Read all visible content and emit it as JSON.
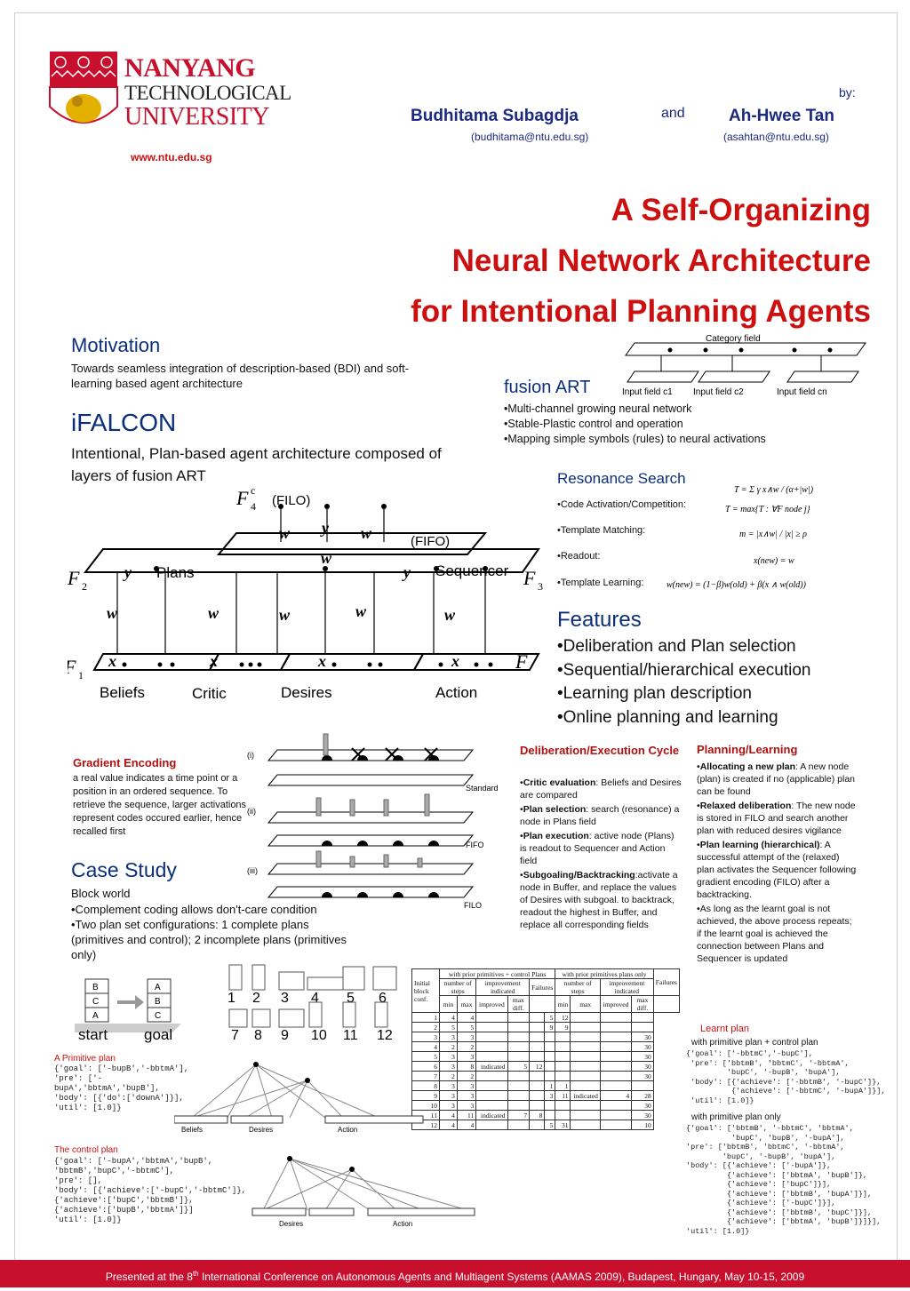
{
  "header": {
    "univ_line1": "NANYANG",
    "univ_line2": "TECHNOLOGICAL",
    "univ_line3": "UNIVERSITY",
    "website": "www.ntu.edu.sg",
    "by_label": "by:",
    "and_label": "and",
    "author1_name": "Budhitama Subagdja",
    "author1_email": "(budhitama@ntu.edu.sg)",
    "author2_name": "Ah-Hwee Tan",
    "author2_email": "(asahtan@ntu.edu.sg)"
  },
  "title": {
    "line1": "A Self-Organizing",
    "line2": "Neural Network Architecture",
    "line3": "for Intentional Planning Agents"
  },
  "motivation": {
    "heading": "Motivation",
    "text": "Towards seamless integration of description-based (BDI) and soft-learning based agent architecture"
  },
  "ifalcon": {
    "heading": "iFALCON",
    "text": "Intentional, Plan-based agent architecture composed of layers of fusion ART",
    "diagram": {
      "f4": "F",
      "f4_sub": "4",
      "f4_sup": "c",
      "filo": "(FILO)",
      "fifo": "(FIFO)",
      "plans": "Plans",
      "sequencer": "Sequencer",
      "beliefs": "Beliefs",
      "critic": "Critic",
      "desires": "Desires",
      "action": "Action",
      "f2": "F",
      "f2_sub": "2",
      "f3": "F",
      "f3_sub": "3",
      "f1": "F",
      "f1_sub": "1",
      "w2": "w",
      "w3": "w",
      "wj": "w",
      "y4": "y",
      "y2": "y",
      "y3": "y",
      "w2j_c1": "w",
      "w2j_c3": "w",
      "w2j_c2": "w",
      "w3t_c1": "w",
      "w3t_c4": "w",
      "x1_c1": "x",
      "x1_c3": "x",
      "x1_c2": "x",
      "x1_c4": "x"
    }
  },
  "fusion_art": {
    "heading": "fusion ART",
    "bullets": [
      "•Multi-channel growing neural network",
      "•Stable-Plastic control and operation",
      "•Mapping simple symbols (rules) to neural activations"
    ],
    "diagram": {
      "category_field": "Category field",
      "input1": "Input field c1",
      "input2": "Input field c2",
      "input3": "Input field cn"
    }
  },
  "resonance": {
    "heading": "Resonance Search",
    "items": [
      "•Code Activation/Competition:",
      "•Template Matching:",
      "•Readout:",
      "•Template Learning:"
    ]
  },
  "features": {
    "heading": "Features",
    "bullets": [
      "•Deliberation and Plan selection",
      "•Sequential/hierarchical execution",
      "•Learning plan description",
      "•Online planning and learning"
    ]
  },
  "gradient": {
    "heading": "Gradient Encoding",
    "text": "a real value indicates a time point or a position in an ordered sequence. To retrieve the sequence, larger activations represent codes occured earlier, hence recalled first",
    "labels": [
      "(i)",
      "(ii)",
      "(iii)"
    ],
    "modes": [
      "Standard",
      "FIFO",
      "FILO"
    ]
  },
  "case_study": {
    "heading": "Case Study",
    "subheading": "Block world",
    "bullets": [
      "•Complement coding allows don't-care condition",
      "•Two plan set configurations: 1 complete plans (primitives and control); 2 incomplete plans (primitives only)"
    ],
    "start_label": "start",
    "goal_label": "goal",
    "config_numbers": [
      "1",
      "2",
      "3",
      "4",
      "5",
      "6",
      "7",
      "8",
      "9",
      "10",
      "11",
      "12"
    ]
  },
  "deliberation": {
    "heading": "Deliberation/Execution Cycle",
    "items": [
      {
        "bold": "Critic evaluation",
        "rest": ": Beliefs and Desires are compared"
      },
      {
        "bold": "Plan selection",
        "rest": ": search (resonance) a node in Plans field"
      },
      {
        "bold": "Plan execution",
        "rest": ": active node (Plans) is readout to Sequencer and Action field"
      },
      {
        "bold": "Subgoaling/Backtracking",
        "rest": ":activate a node in Buffer, and replace the values of Desires with subgoal. to backtrack, readout the highest in Buffer, and replace all corresponding fields"
      }
    ]
  },
  "planning": {
    "heading": "Planning/Learning",
    "items": [
      {
        "bold": "Allocating a new plan",
        "rest": ": A new node (plan) is created if no (applicable) plan can  be found"
      },
      {
        "bold": "Relaxed deliberation",
        "rest": ": The new node is stored in FILO and search another plan with reduced desires vigilance"
      },
      {
        "bold": "Plan learning (hierarchical)",
        "rest": ": A successful attempt of the (relaxed) plan activates the Sequencer following gradient encoding (FILO) after a backtracking."
      },
      {
        "bold": "",
        "rest": "As long as the learnt goal is not achieved, the above process repeats; if the learnt goal is achieved the connection between Plans and Sequencer is updated"
      }
    ]
  },
  "results_table": {
    "col_initial": "Initial block conf.",
    "group1": "with prior primitives + control Plans",
    "group2": "with prior primitives plans only",
    "sub_steps": "number of steps",
    "sub_improve": "improvement indicated",
    "sub_fail": "Failures",
    "min": "min",
    "max": "max",
    "improved": "improved",
    "max_diff": "max diff.",
    "rows": [
      [
        "1",
        "4",
        "4",
        "",
        "",
        "",
        "5",
        "12",
        "",
        "",
        ""
      ],
      [
        "2",
        "5",
        "5",
        "",
        "",
        "",
        "9",
        "9",
        "",
        "",
        ""
      ],
      [
        "3",
        "3",
        "3",
        "",
        "",
        "",
        "",
        "",
        "",
        "",
        "30"
      ],
      [
        "4",
        "2",
        "2",
        "",
        "",
        "",
        "",
        "",
        "",
        "",
        "30"
      ],
      [
        "5",
        "3",
        "3",
        "",
        "",
        "",
        "",
        "",
        "",
        "",
        "30"
      ],
      [
        "6",
        "3",
        "8",
        "indicated",
        "5",
        "12",
        "",
        "",
        "",
        "",
        "30"
      ],
      [
        "7",
        "2",
        "2",
        "",
        "",
        "",
        "",
        "",
        "",
        "",
        "30"
      ],
      [
        "8",
        "3",
        "3",
        "",
        "",
        "",
        "1",
        "1",
        "",
        "",
        ""
      ],
      [
        "9",
        "3",
        "3",
        "",
        "",
        "",
        "3",
        "11",
        "indicated",
        "4",
        "28"
      ],
      [
        "10",
        "3",
        "3",
        "",
        "",
        "",
        "",
        "",
        "",
        "",
        "30"
      ],
      [
        "11",
        "4",
        "11",
        "indicated",
        "7",
        "8",
        "",
        "",
        "",
        "",
        "30"
      ],
      [
        "12",
        "4",
        "4",
        "",
        "",
        "",
        "5",
        "31",
        "",
        "",
        "10"
      ]
    ]
  },
  "primitive_plan": {
    "heading": "A Primitive plan",
    "code": "{'goal': ['-bupB','-bbtmA'],\n'pre': ['-\nbupA','bbtmA','bupB'],\n'body': [{'do':['downA']}],\n'util': [1.0]}"
  },
  "control_plan": {
    "heading": "The control plan",
    "code": "{'goal': ['-bupA','bbtmA','bupB',\n'bbtmB','bupC','-bbtmC'],\n'pre': [],\n'body': [{'achieve':['-bupC','-bbtmC']},\n{'achieve':['bupC','bbtmB']},\n{'achieve':['bupB','bbtmA']}]\n'util': [1.0]}"
  },
  "learnt_plan": {
    "heading": "Learnt plan",
    "sub1": "with primitive plan + control plan",
    "code1": "{'goal': ['-bbtmC','-bupC'],\n 'pre': ['bbtmB', 'bbtmC', '-bbtmA',\n         'bupC', '-bupB', 'bupA'],\n 'body': [{'achieve': ['-bbtmB', '-bupC']},\n          {'achieve': ['-bbtmC', '-bupA']}],\n 'util': [1.0]}",
    "sub2": "with primitive plan  only",
    "code2": "{'goal': ['bbtmB', '-bbtmC', 'bbtmA',\n          'bupC', 'bupB', '-bupA'],\n'pre': ['bbtmB', 'bbtmC', '-bbtmA',\n        'bupC', '-bupB', 'bupA'],\n'body': [{'achieve': ['-bupA']},\n         {'achieve': ['bbtmA', 'bupB']},\n         {'achieve': ['bupC']}],\n         {'achieve': ['bbtmB', 'bupA']}],\n         {'achieve': ['-bupC']}],\n         {'achieve': ['bbtmB', 'bupC']}],\n         {'achieve': ['bbtmA', 'bupB']}]}],\n'util': [1.0]}"
  },
  "plan_diagram": {
    "beliefs": "Beliefs",
    "desires": "Desires",
    "action": "Action"
  },
  "footer": {
    "pre": "Presented at the 8",
    "sup": "th",
    "post": " International Conference on Autonomous Agents and Multiagent Systems (AAMAS 2009), Budapest, Hungary, May 10-15, 2009"
  },
  "colors": {
    "accent_red": "#cc1010",
    "heading_blue": "#0b2f7a",
    "footer_red": "#c8102e"
  }
}
